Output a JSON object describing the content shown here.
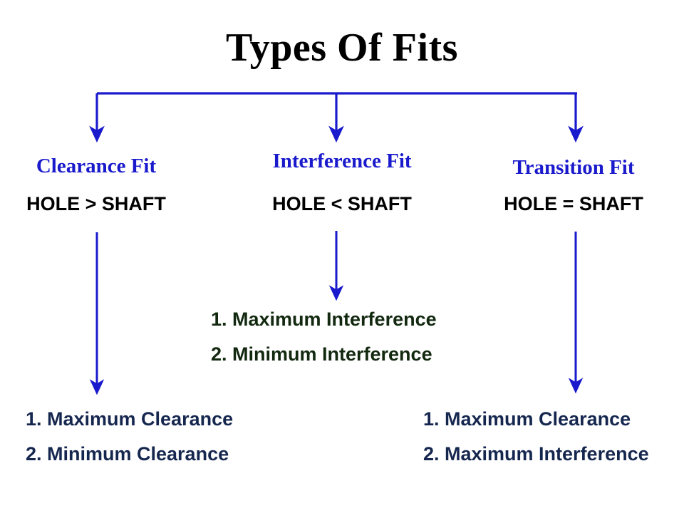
{
  "page": {
    "title": "Types Of Fits",
    "background": "#ffffff"
  },
  "colors": {
    "title": "#000000",
    "branch_heading": "#1a1acd",
    "branch_condition": "#000000",
    "connector": "#1a1acd",
    "outcome_navy": "#16274f",
    "outcome_green": "#12280f"
  },
  "branches": [
    {
      "id": "clearance",
      "heading": "Clearance Fit",
      "condition": "HOLE > SHAFT",
      "outcomes": [
        "1. Maximum Clearance",
        "2. Minimum Clearance"
      ],
      "outcome_color": "#16274f"
    },
    {
      "id": "interference",
      "heading": "Interference Fit",
      "condition": "HOLE < SHAFT",
      "outcomes": [
        "1. Maximum Interference",
        "2. Minimum Interference"
      ],
      "outcome_color": "#12280f"
    },
    {
      "id": "transition",
      "heading": "Transition Fit",
      "condition": "HOLE = SHAFT",
      "outcomes": [
        "1. Maximum Clearance",
        "2. Maximum Interference"
      ],
      "outcome_color": "#16274f"
    }
  ],
  "connectors": {
    "trunk_label": "branch-connector-bus",
    "arrow_labels": [
      "arrow-to-clearance-fit",
      "arrow-to-interference-fit",
      "arrow-to-transition-fit",
      "arrow-to-clearance-outcomes",
      "arrow-to-interference-outcomes",
      "arrow-to-transition-outcomes"
    ]
  }
}
